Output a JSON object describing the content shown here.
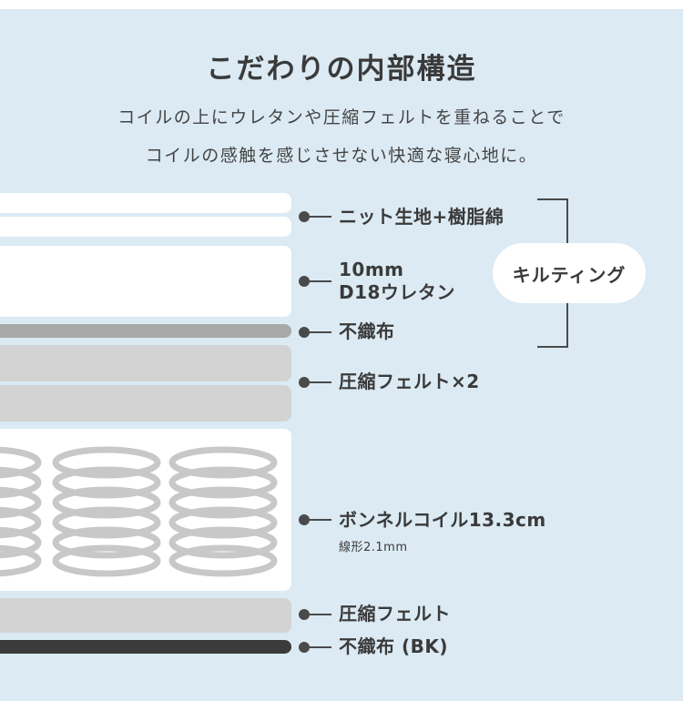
{
  "header": {
    "title": "こだわりの内部構造",
    "subtitle_line1": "コイルの上にウレタンや圧縮フェルトを重ねることで",
    "subtitle_line2": "コイルの感触を感じさせない快適な寝心地に。"
  },
  "layers": {
    "knit": "ニット生地+樹脂綿",
    "urethane_line1": "10mm",
    "urethane_line2": "D18ウレタン",
    "nonwoven": "不織布",
    "felt_x2": "圧縮フェルト×2",
    "coil": "ボンネルコイル13.3cm",
    "coil_wire": "線形2.1mm",
    "felt": "圧縮フェルト",
    "nonwoven_bk": "不織布 (BK)"
  },
  "quilting_label": "キルティング",
  "colors": {
    "background": "#dbeaf3",
    "layer_white": "#ffffff",
    "layer_gray": "#d3d3d3",
    "layer_mid": "#a8a8a8",
    "layer_dark": "#3b3b3b",
    "text": "#3a3a3a"
  }
}
